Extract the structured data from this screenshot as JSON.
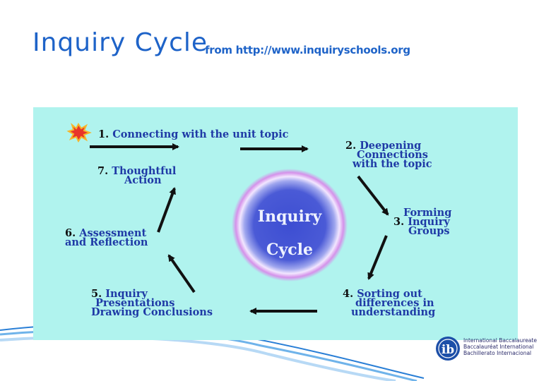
{
  "header": {
    "title": "Inquiry Cycle",
    "source": "from http://www.inquiryschools.org"
  },
  "diagram": {
    "center_line1": "Inquiry",
    "center_line2": "Cycle",
    "steps": [
      {
        "num": "1.",
        "lines": [
          "Connecting with the unit topic"
        ]
      },
      {
        "num": "2.",
        "lines": [
          "Deepening",
          "Connections",
          "with the topic"
        ]
      },
      {
        "num": "3.",
        "lines": [
          "Forming",
          "Inquiry",
          "Groups"
        ]
      },
      {
        "num": "4.",
        "lines": [
          "Sorting out",
          "differences in",
          "understanding"
        ]
      },
      {
        "num": "5.",
        "lines": [
          "Inquiry",
          "Presentations",
          "Drawing Conclusions"
        ]
      },
      {
        "num": "6.",
        "lines": [
          "Assessment",
          "and Reflection"
        ]
      },
      {
        "num": "7.",
        "lines": [
          "Thoughtful",
          "Action"
        ]
      }
    ]
  },
  "footer": {
    "ib_logo_letters": "ib",
    "ib_lines": [
      "International Baccalaureate",
      "Baccalauréat International",
      "Bachillerato Internacional"
    ]
  },
  "colors": {
    "title": "#1e63c8",
    "panel": "#b0f3ee",
    "step_label": "#1f3aa6",
    "circle_core": "#3f4fd0"
  }
}
